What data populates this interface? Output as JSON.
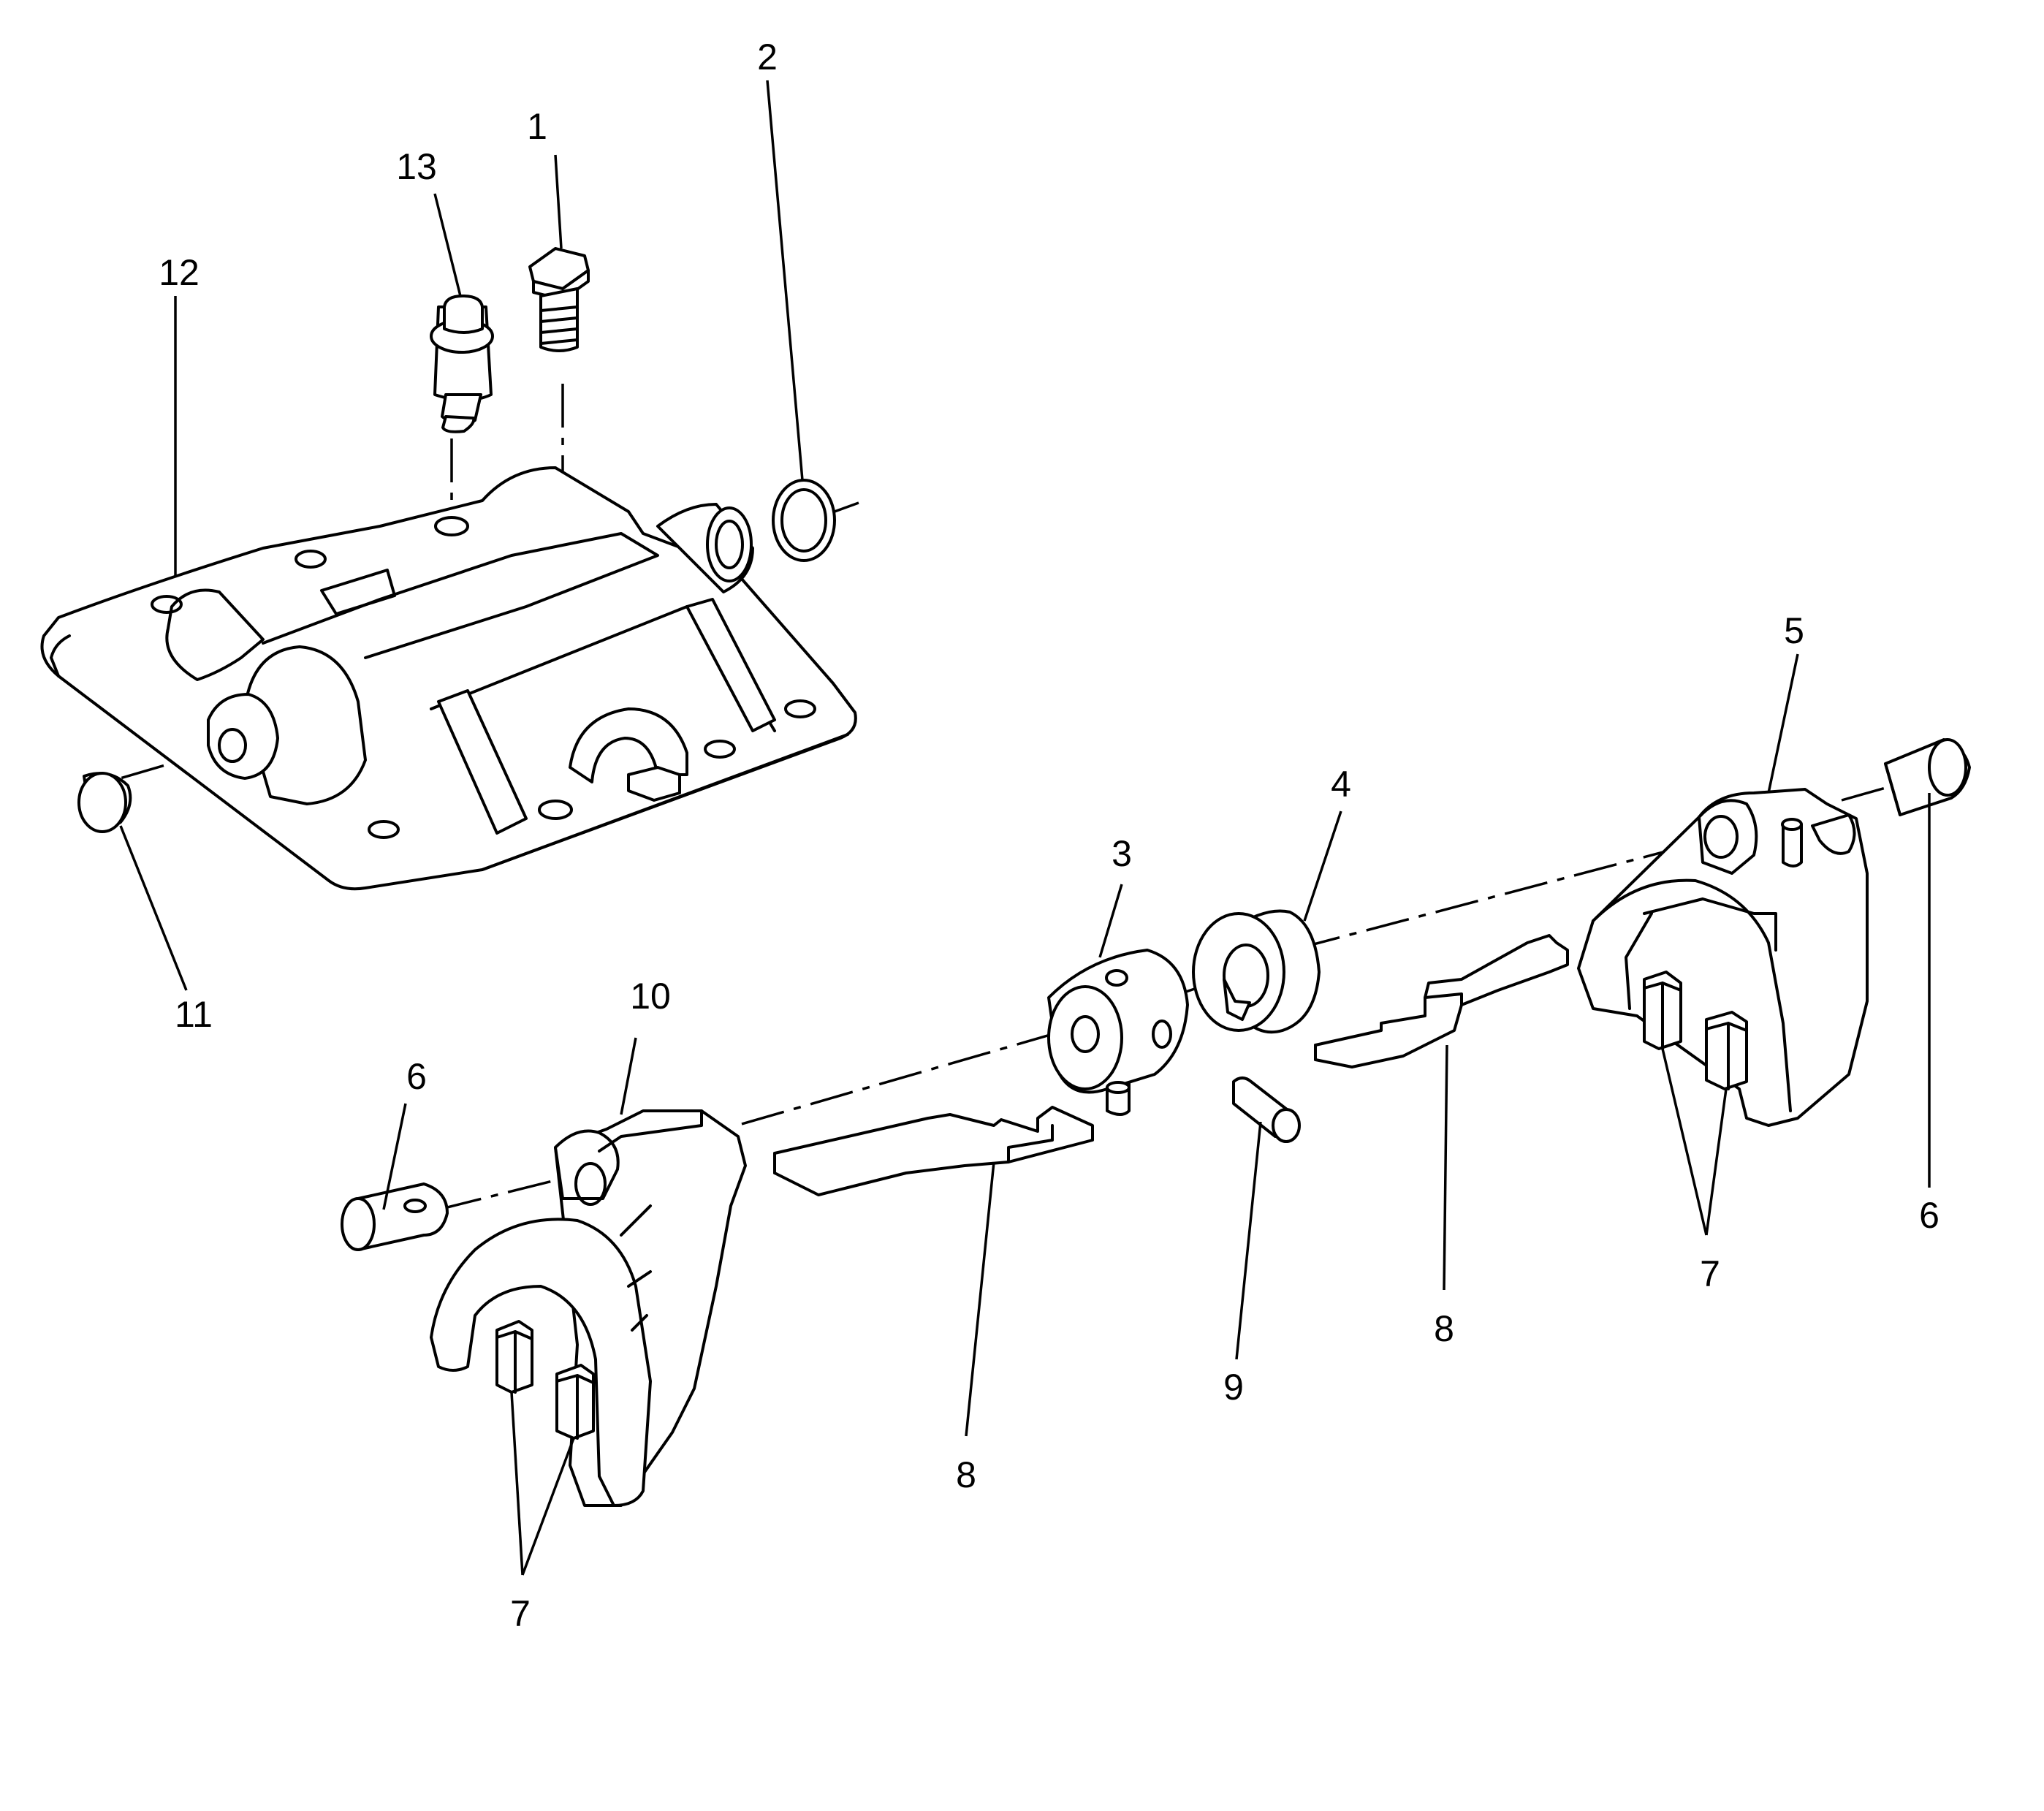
{
  "callouts": {
    "c1": "1",
    "c2": "2",
    "c3": "3",
    "c4": "4",
    "c5": "5",
    "c6a": "6",
    "c6b": "6",
    "c7a": "7",
    "c7b": "7",
    "c8a": "8",
    "c8b": "8",
    "c9": "9",
    "c10": "10",
    "c11": "11",
    "c12": "12",
    "c13": "13"
  }
}
